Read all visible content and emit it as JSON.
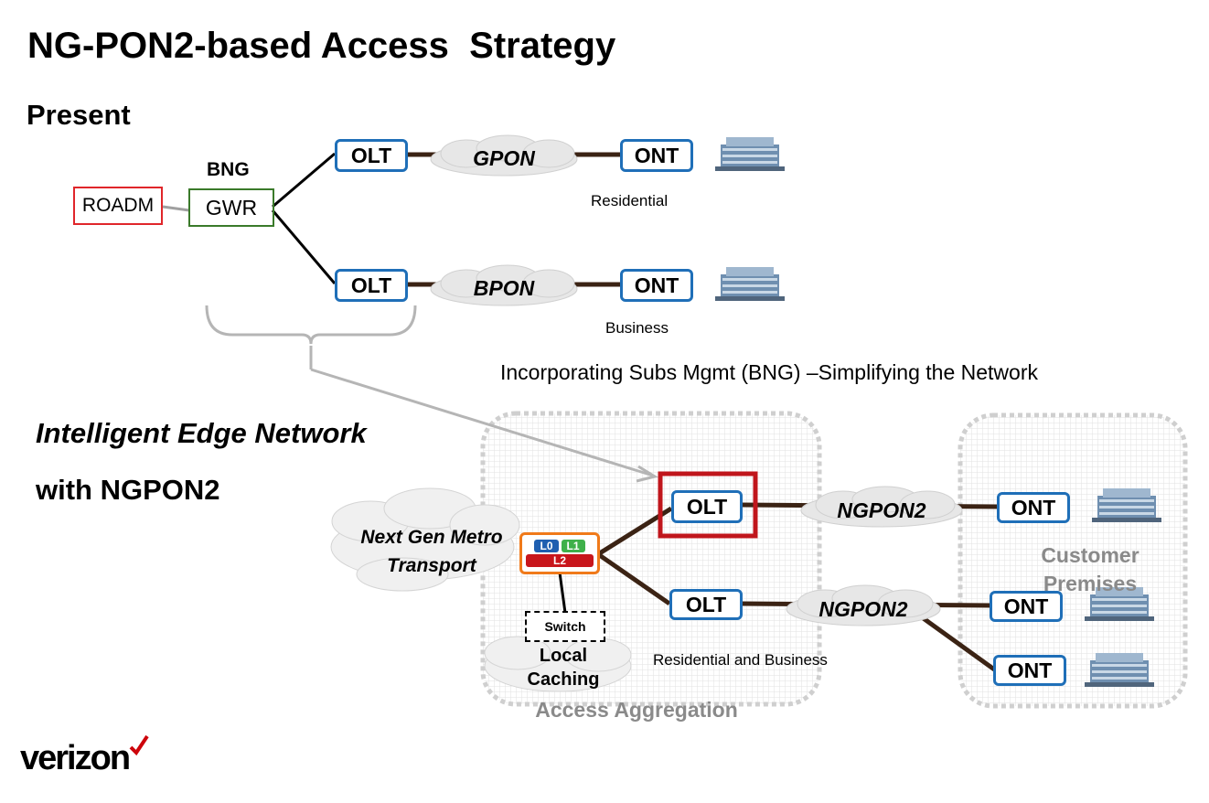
{
  "title": "NG-PON2-based Access  Strategy",
  "present_heading": "Present",
  "present": {
    "roadm": "ROADM",
    "bng": "BNG",
    "gwr": "GWR",
    "olt_top": "OLT",
    "olt_bottom": "OLT",
    "gpon": "GPON",
    "bpon": "BPON",
    "ont_top": "ONT",
    "ont_bottom": "ONT",
    "residential": "Residential",
    "business": "Business"
  },
  "subtitle": "Incorporating Subs Mgmt (BNG) –Simplifying the Network",
  "edge_heading_line1": "Intelligent Edge Network",
  "edge_heading_line2": "with NGPON2",
  "future": {
    "metro_line1": "Next Gen Metro",
    "metro_line2": "Transport",
    "router_l0": "L0",
    "router_l1": "L1",
    "router_l2": "L2",
    "switch": "Switch",
    "local_line1": "Local",
    "local_line2": "Caching",
    "olt_top": "OLT",
    "olt_bottom": "OLT",
    "ngpon2_top": "NGPON2",
    "ngpon2_bottom": "NGPON2",
    "ont_1": "ONT",
    "ont_2": "ONT",
    "ont_3": "ONT",
    "res_business": "Residential and Business",
    "access_aggregation": "Access Aggregation",
    "customer_line1": "Customer",
    "customer_line2": "Premises"
  },
  "logo": "verizon",
  "colors": {
    "olt_border": "#1f6fb8",
    "roadm_border": "#e0262a",
    "gwr_border": "#3a7a2a",
    "highlight": "#c0161c",
    "fiber": "#3b2314",
    "verizon_red": "#cd040b"
  }
}
